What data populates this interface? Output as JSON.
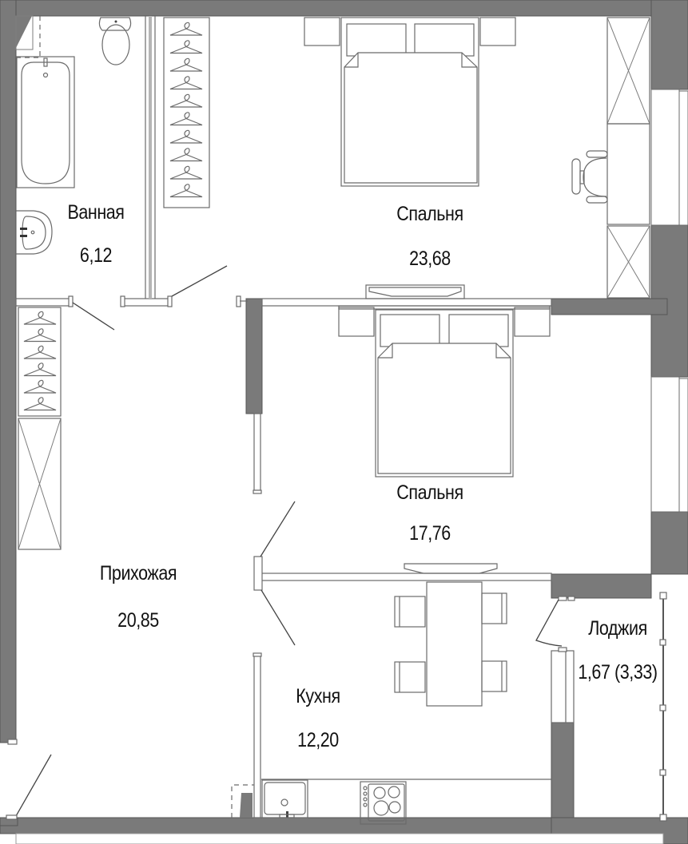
{
  "plan": {
    "title": "Floor plan",
    "colors": {
      "wall": "#7a7a7a",
      "line": "#6b6b6b",
      "background": "#ffffff",
      "text": "#111111"
    },
    "rooms": [
      {
        "id": "bathroom",
        "name": "Ванная",
        "area": "6,12"
      },
      {
        "id": "bedroom-1",
        "name": "Спальня",
        "area": "23,68"
      },
      {
        "id": "bedroom-2",
        "name": "Спальня",
        "area": "17,76"
      },
      {
        "id": "hallway",
        "name": "Прихожая",
        "area": "20,85"
      },
      {
        "id": "kitchen",
        "name": "Кухня",
        "area": "12,20"
      },
      {
        "id": "loggia",
        "name": "Лоджия",
        "area": "1,67 (3,33)"
      }
    ],
    "furniture_icons": [
      "bathtub-icon",
      "toilet-icon",
      "sink-icon",
      "wardrobe-icon",
      "hanger-icon",
      "double-bed-icon",
      "nightstand-icon",
      "desk-icon",
      "office-chair-icon",
      "tv-icon",
      "dining-table-icon",
      "chair-icon",
      "kitchen-sink-icon",
      "cooktop-icon",
      "door-swing-icon",
      "window-icon"
    ]
  }
}
